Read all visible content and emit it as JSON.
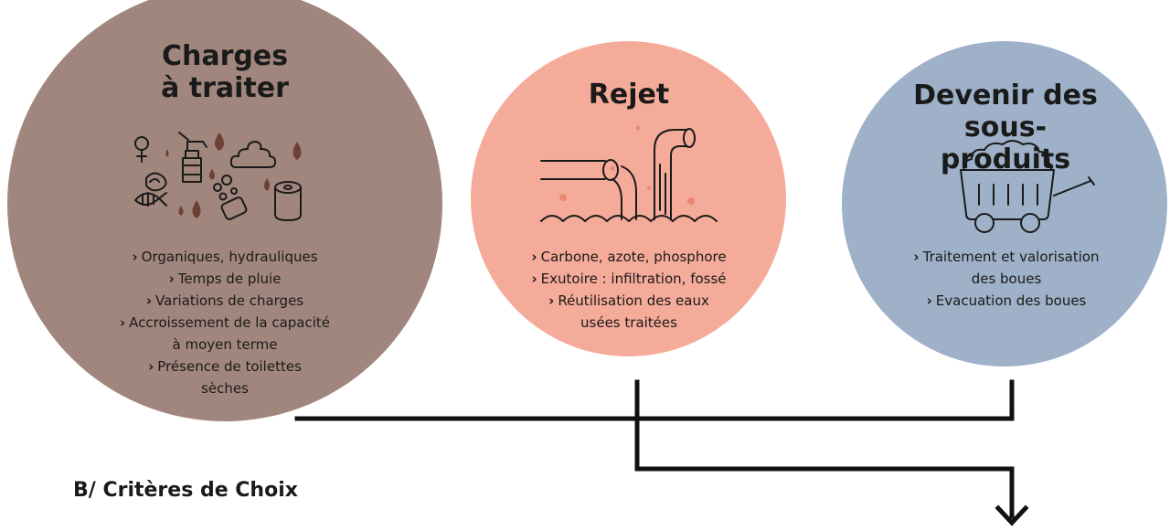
{
  "blocks": [
    {
      "title_lines": [
        "Charges",
        "à traiter"
      ],
      "icon": "pollutants-icon",
      "items": [
        [
          "Organiques, hydrauliques"
        ],
        [
          "Temps de pluie"
        ],
        [
          "Variations de charges"
        ],
        [
          "Accroissement de la capacité",
          "à moyen terme"
        ],
        [
          "Présence de toilettes",
          "sèches"
        ]
      ]
    },
    {
      "title_lines": [
        "Rejet"
      ],
      "icon": "discharge-pipes-icon",
      "items": [
        [
          "Carbone, azote, phosphore"
        ],
        [
          "Exutoire : infiltration, fossé"
        ],
        [
          "Réutilisation des eaux",
          "usées traitées"
        ]
      ]
    },
    {
      "title_lines": [
        "Devenir des",
        "sous-produits"
      ],
      "icon": "sludge-cart-icon",
      "items": [
        [
          "Traitement et valorisation",
          "des boues"
        ],
        [
          "Evacuation des boues"
        ]
      ]
    }
  ],
  "bullet_glyph": "›",
  "section_heading": "B/ Critères de Choix",
  "colors": {
    "block1": "#a1867d",
    "block2": "#f5ab99",
    "block3": "#9eb1c8",
    "lines": "#111111",
    "accent_drop": "#6e3f34"
  }
}
